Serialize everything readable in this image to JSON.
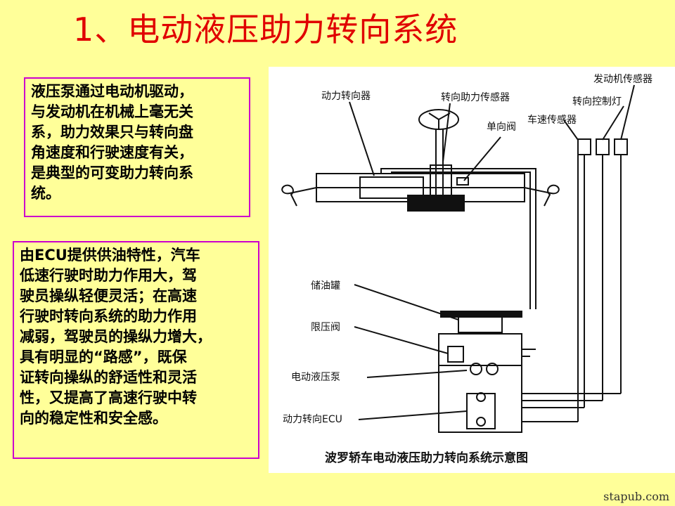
{
  "title": "1、电动液压助力转向系统",
  "box1": {
    "lines": [
      "液压泵通过电动机驱动，",
      "与发动机在机械上毫无关",
      "系，助力效果只与转向盘",
      "角速度和行驶速度有关，",
      "是典型的可变助力转向系",
      "统。"
    ]
  },
  "box2": {
    "lines": [
      "由ECU提供供油特性，汽车",
      "低速行驶时助力作用大，驾",
      "驶员操纵轻便灵活；在高速",
      "行驶时转向系统的助力作用",
      "减弱，驾驶员的操纵力增大，",
      "具有明显的“路感”，既保",
      "证转向操纵的舒适性和灵活",
      "性，又提高了高速行驶中转",
      "向的稳定性和安全感。"
    ]
  },
  "diagram": {
    "labels": {
      "power_steering_gear": "动力转向器",
      "steering_sensor": "转向助力传感器",
      "check_valve": "单向阀",
      "speed_sensor": "车速传感器",
      "control_lamp": "转向控制灯",
      "engine_sensor": "发动机传感器",
      "oil_tank": "储油罐",
      "pressure_valve": "限压阀",
      "electric_pump": "电动液压泵",
      "ecu": "动力转向ECU"
    },
    "caption": "波罗轿车电动液压助力转向系统示意图"
  },
  "watermark": "stapub.com"
}
